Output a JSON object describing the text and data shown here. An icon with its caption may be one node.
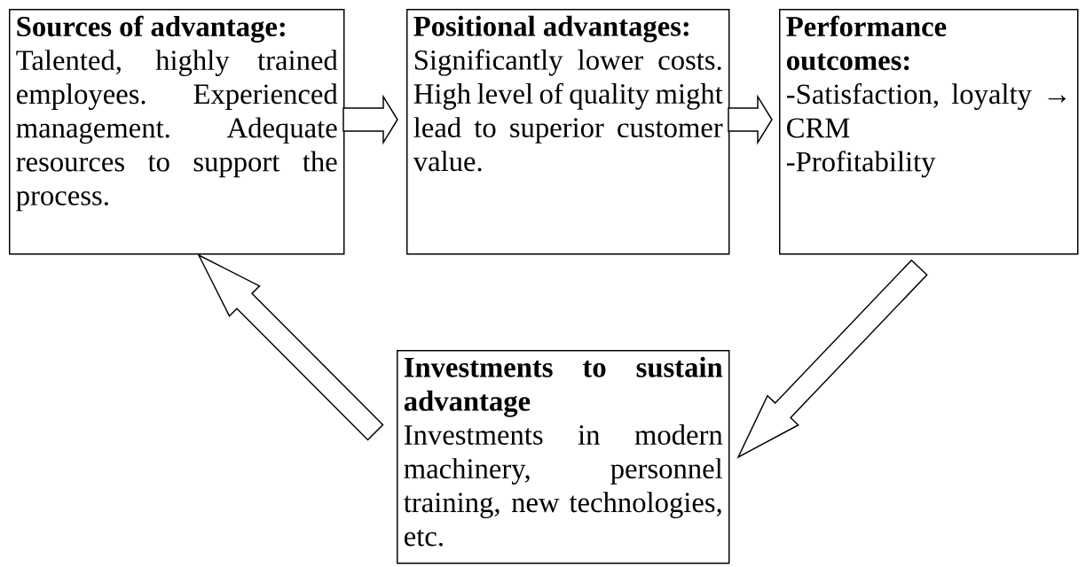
{
  "diagram": {
    "nodes": [
      {
        "text": [
          "Sources of advantage:",
          "Talented, highly trained employees. Experienced management. Adequate resources to support the process."
        ]
      },
      {
        "text": [
          "Positional advantages:",
          "Significantly lower costs. High level of quality might lead to superior customer value."
        ]
      },
      {
        "text": [
          "Performance outcomes:",
          "-Satisfaction, loyalty → CRM",
          "-Profitability"
        ]
      },
      {
        "text": [
          "Investments to sustain advantage",
          "Investments in modern machinery, personnel training, new technologies, etc."
        ]
      }
    ],
    "edges": [
      {
        "from": 0,
        "to": 1,
        "arrow": "to"
      },
      {
        "from": 1,
        "to": 2,
        "arrow": "to"
      },
      {
        "from": 2,
        "to": 3,
        "arrow": "to"
      },
      {
        "from": 3,
        "to": 0,
        "arrow": "to"
      }
    ]
  }
}
